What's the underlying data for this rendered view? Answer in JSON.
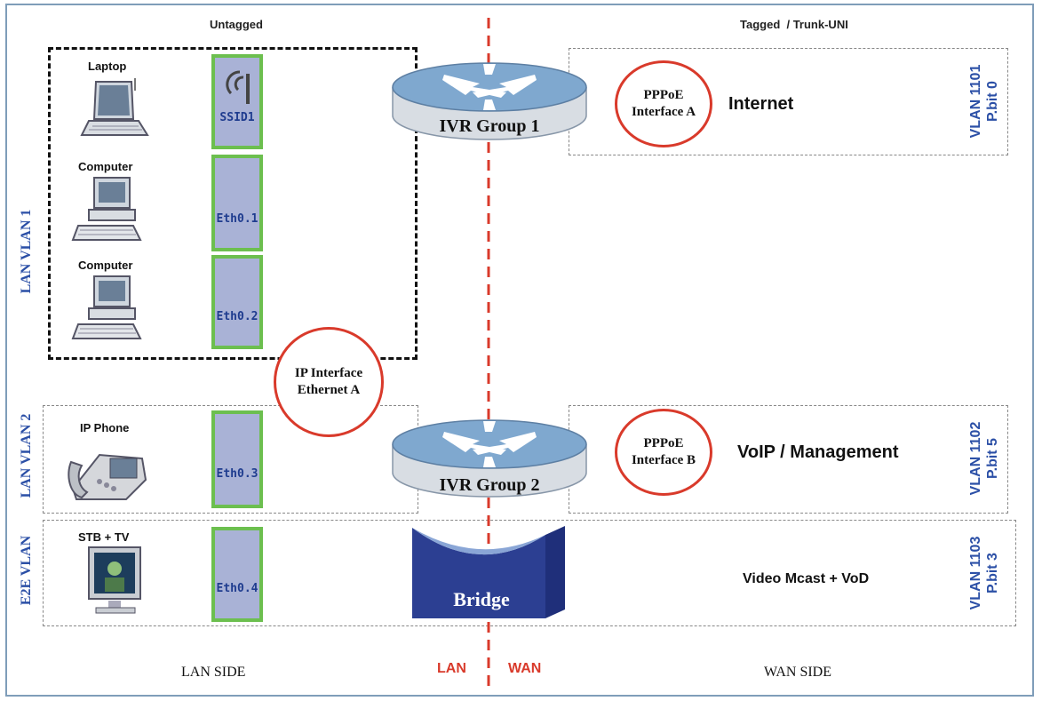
{
  "headers": {
    "left": "Untagged",
    "right": "Tagged  / Trunk-UNI"
  },
  "lan_vlans": {
    "vlan1": "LAN VLAN 1",
    "vlan2": "LAN VLAN 2",
    "e2e": "E2E VLAN"
  },
  "devices": {
    "laptop": "Laptop",
    "computer1": "Computer",
    "computer2": "Computer",
    "ip_phone": "IP Phone",
    "stb": "STB + TV"
  },
  "ports": {
    "ssid": "SSID1",
    "eth1": "Eth0.1",
    "eth2": "Eth0.2",
    "eth3": "Eth0.3",
    "eth4": "Eth0.4"
  },
  "routers": {
    "ivr1": "IVR Group 1",
    "ivr2": "IVR Group 2",
    "bridge": "Bridge"
  },
  "interfaces": {
    "pppoe_a": [
      "PPPoE",
      "Interface A"
    ],
    "pppoe_b": [
      "PPPoE",
      "Interface B"
    ],
    "ip_eth_a": [
      "IP Interface",
      "Ethernet A"
    ]
  },
  "services": {
    "internet": "Internet",
    "voip": "VoIP / Management",
    "video": "Video Mcast + VoD"
  },
  "wan_vlans": {
    "v1101": [
      "VLAN 1101",
      "P.bit 0"
    ],
    "v1102": [
      "VLAN 1102",
      "P.bit 5"
    ],
    "v1103": [
      "VLAN 1103",
      "P.bit 3"
    ]
  },
  "footer": {
    "lan_side": "LAN SIDE",
    "lan": "LAN",
    "wan": "WAN",
    "wan_side": "WAN SIDE"
  },
  "colors": {
    "divider_red": "#d93a2b",
    "vlan_blue": "#2b4fa6",
    "port_green": "#6cbf4f",
    "port_fill": "#a9b2d6"
  },
  "icons": {
    "router": "router-icon",
    "bridge": "bridge-icon",
    "wifi": "wifi-antenna-icon",
    "laptop": "laptop-icon",
    "computer": "desktop-computer-icon",
    "phone": "ip-phone-icon",
    "tv": "tv-icon"
  }
}
